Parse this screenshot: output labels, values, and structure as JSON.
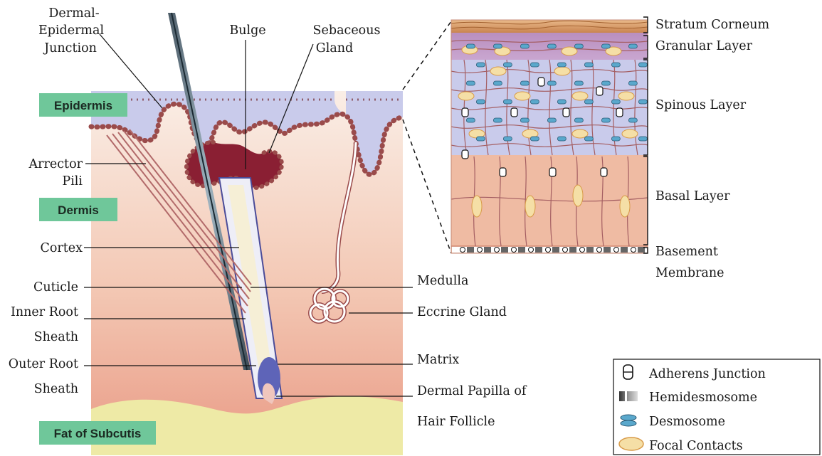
{
  "colors": {
    "tag_fill": "#6fc79a",
    "epidermis_fill": "#c9cbeb",
    "dermis_top": "#f8e8dc",
    "dermis_bottom": "#eaa28c",
    "fat": "#eeeaa6",
    "sebaceous": "#8a1f33",
    "cell_border": "#a65a5a",
    "desmosome": "#5aa8cc",
    "focal_contact": "#f5dfa6"
  },
  "region_tags": {
    "epidermis": "Epidermis",
    "dermis": "Dermis",
    "fat": "Fat of Subcutis"
  },
  "labels": {
    "dej_1": "Dermal-",
    "dej_2": "Epidermal",
    "dej_3": "Junction",
    "bulge": "Bulge",
    "sebaceous_1": "Sebaceous",
    "sebaceous_2": "Gland",
    "arrector_1": "Arrector",
    "arrector_2": "Pili",
    "cortex": "Cortex",
    "cuticle": "Cuticle",
    "irs_1": "Inner Root",
    "irs_2": "Sheath",
    "ors_1": "Outer Root",
    "ors_2": "Sheath",
    "medulla": "Medulla",
    "eccrine": "Eccrine Gland",
    "matrix": "Matrix",
    "papilla_1": "Dermal Papilla of",
    "papilla_2": "Hair Follicle"
  },
  "layers": {
    "stratum_corneum": "Stratum Corneum",
    "granular": "Granular Layer",
    "spinous": "Spinous Layer",
    "basal": "Basal Layer",
    "basement_1": "Basement",
    "basement_2": "Membrane"
  },
  "legend": [
    {
      "icon": "adherens-junction-icon",
      "label": "Adherens Junction"
    },
    {
      "icon": "hemidesmosome-icon",
      "label": "Hemidesmosome"
    },
    {
      "icon": "desmosome-icon",
      "label": "Desmosome"
    },
    {
      "icon": "focal-contact-icon",
      "label": "Focal Contacts"
    }
  ]
}
